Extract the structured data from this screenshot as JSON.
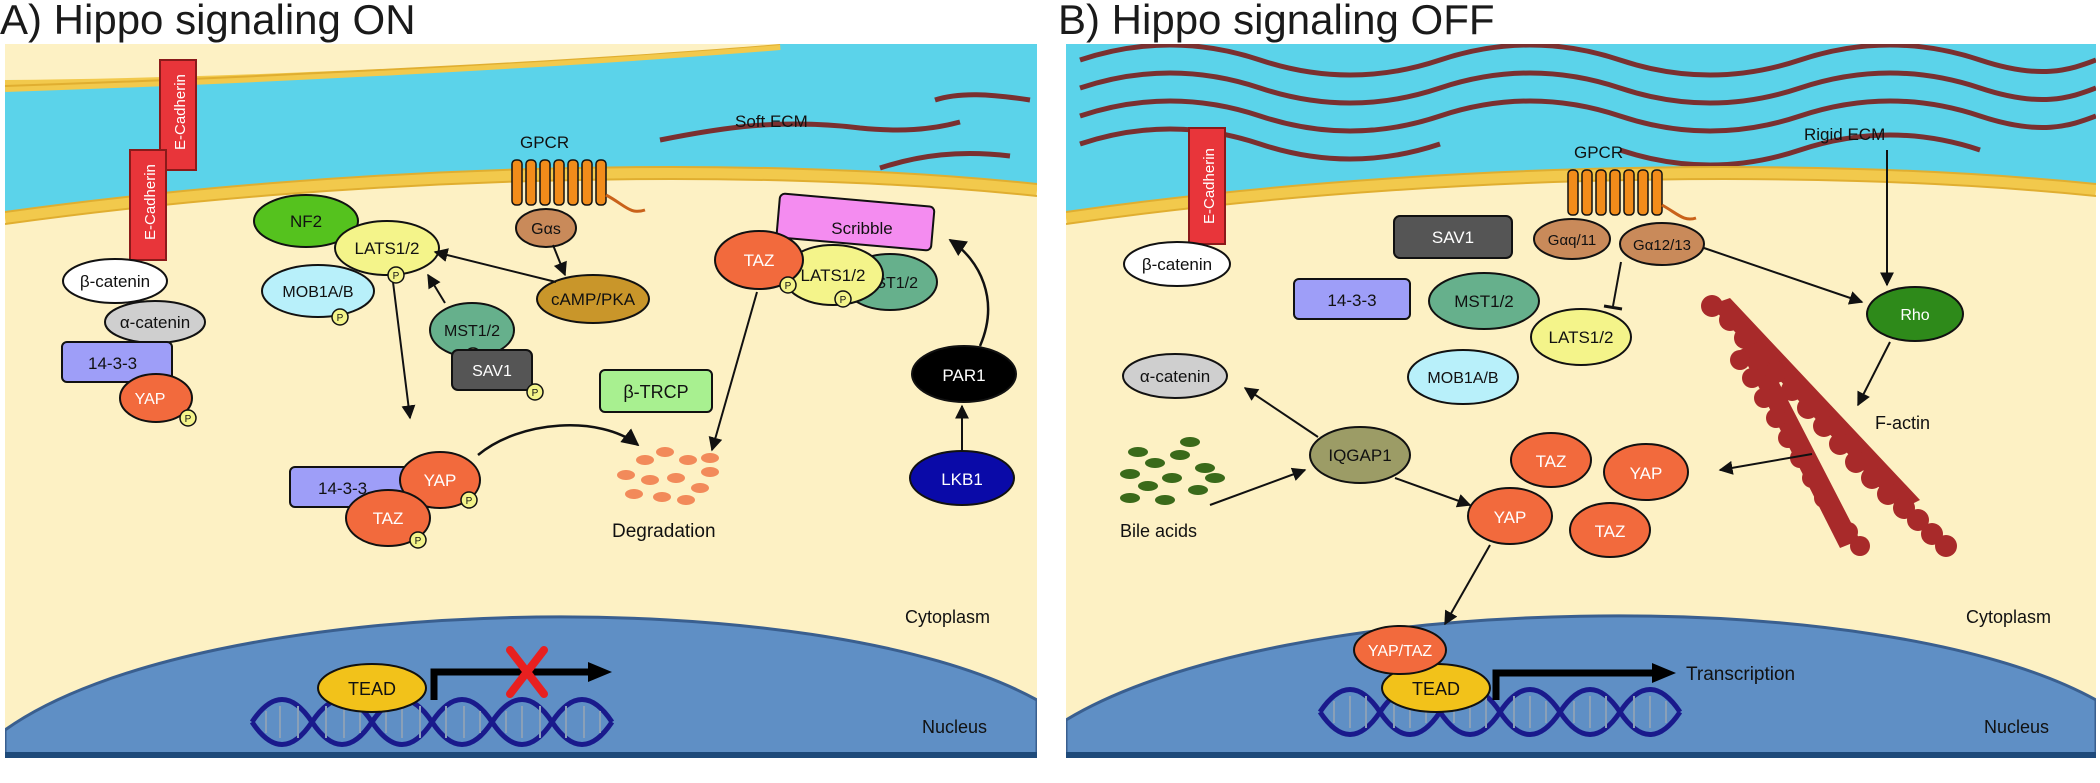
{
  "panel_a": {
    "title": "A) Hippo signaling ON",
    "labels": {
      "ecad1": "E-Cadherin",
      "ecad2": "E-Cadherin",
      "beta_catenin": "β-catenin",
      "alpha_catenin": "α-catenin",
      "p1433_left": "14-3-3",
      "yap_left": "YAP",
      "nf2": "NF2",
      "lats": "LATS1/2",
      "mob": "MOB1A/B",
      "gpcr": "GPCR",
      "gas": "Gαs",
      "camp": "cAMP/PKA",
      "mst": "MST1/2",
      "sav": "SAV1",
      "p1433_mid": "14-3-3",
      "yap_mid": "YAP",
      "taz_mid": "TAZ",
      "btrcp": "β-TRCP",
      "degradation": "Degradation",
      "soft_ecm": "Soft ECM",
      "scribble": "Scribble",
      "taz_scrib": "TAZ",
      "lats_scrib": "LATS1/2",
      "mst_scrib": "MST1/2",
      "par1": "PAR1",
      "lkb1": "LKB1",
      "tead": "TEAD",
      "cytoplasm": "Cytoplasm",
      "nucleus": "Nucleus",
      "p": "P"
    }
  },
  "panel_b": {
    "title": "B) Hippo signaling OFF",
    "labels": {
      "ecad": "E-Cadherin",
      "beta_catenin": "β-catenin",
      "sav": "SAV1",
      "gpcr": "GPCR",
      "gq": "Gαq/11",
      "g12": "Gα12/13",
      "rigid_ecm": "Rigid ECM",
      "p1433": "14-3-3",
      "mst": "MST1/2",
      "lats": "LATS1/2",
      "rho": "Rho",
      "mob": "MOB1A/B",
      "alpha_catenin": "α-catenin",
      "iqgap": "IQGAP1",
      "bile": "Bile acids",
      "taz1": "TAZ",
      "yap1": "YAP",
      "yap2": "YAP",
      "taz2": "TAZ",
      "factin": "F-actin",
      "yaptaz": "YAP/TAZ",
      "tead": "TEAD",
      "transcription": "Transcription",
      "cytoplasm": "Cytoplasm",
      "nucleus": "Nucleus"
    }
  },
  "colors": {
    "ecm_blue": "#5bd3ea",
    "cytoplasm": "#fdf1c4",
    "membrane": "#f2c94c",
    "nucleus": "#5f8fc5",
    "nucleus_edge": "#3a5f8f",
    "yap": "#f26a3d",
    "taz": "#f26a3d",
    "lats": "#f4f48a",
    "mob": "#b8f0fa",
    "nf2": "#55c21e",
    "mst": "#66b08c",
    "sav": "#555555",
    "p1433": "#9e9ef8",
    "camp": "#c9962a",
    "gas": "#c98a5a",
    "gpcr": "#f28c1a",
    "btrcp": "#a8f090",
    "scribble": "#f48cf0",
    "par1": "#000000",
    "lkb1": "#0a0aa8",
    "tead": "#f2c21a",
    "ecad": "#e8353a",
    "rho": "#2e8a1a",
    "iqgap": "#9c9c66",
    "factin": "#a82a2a",
    "bile": "#3a6a1a",
    "ecm_fiber": "#7a3030",
    "dna": "#1a1a8c"
  }
}
